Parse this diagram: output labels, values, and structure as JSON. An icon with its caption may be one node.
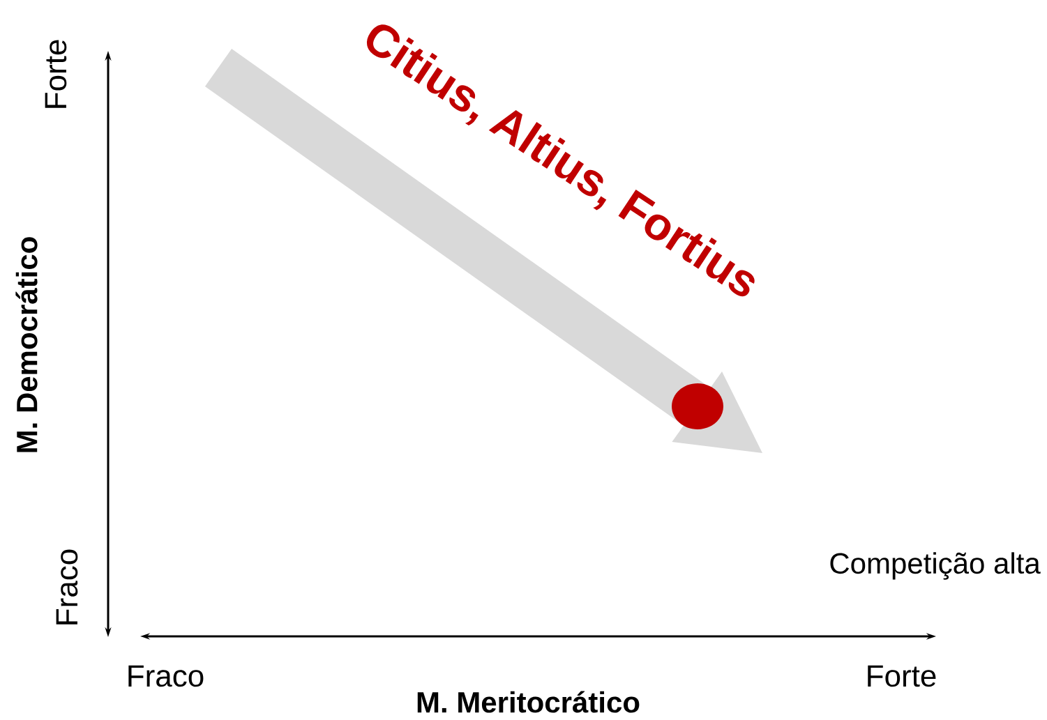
{
  "diagram": {
    "nodes": [
      {
        "text": [],
        "shape": "circle"
      }
    ],
    "labels": [
      "Citius, Altius, Fortius",
      "Forte",
      "M. Democrático",
      "Competição alta",
      "Fraco",
      "Fraco",
      "Forte",
      "M. Meritocrático"
    ]
  }
}
